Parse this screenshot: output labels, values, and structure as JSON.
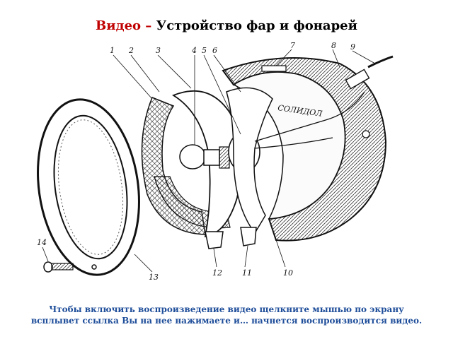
{
  "title": {
    "prefix": "Видео –",
    "text": "Устройство фар и фонарей"
  },
  "diagram": {
    "part_labels": [
      "1",
      "2",
      "3",
      "4",
      "5",
      "6",
      "7",
      "8",
      "9",
      "10",
      "11",
      "12",
      "13",
      "14"
    ],
    "engraving": "СОЛИДОЛ"
  },
  "caption": {
    "line1": "Чтобы включить воспроизведение видео щелкните мышью по  экрану",
    "line2": "всплывет ссылка  Вы на нее нажимаете и… начнется воспроизводится видео."
  }
}
